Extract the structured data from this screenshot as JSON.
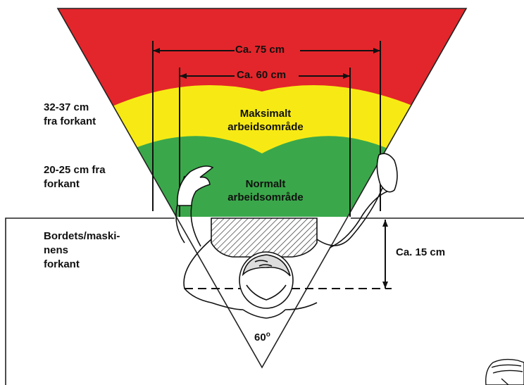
{
  "labels": {
    "max_depth": [
      "32-37 cm",
      "fra forkant"
    ],
    "normal_depth": [
      "20-25 cm fra",
      "forkant"
    ],
    "table_edge": [
      "Bordets/maski-",
      "nens",
      "forkant"
    ]
  },
  "dimensions": {
    "wide": "Ca. 75 cm",
    "narrow": "Ca. 60 cm",
    "offset": "Ca. 15 cm"
  },
  "zones": {
    "max": [
      "Maksimalt",
      "arbeidsområde"
    ],
    "normal": [
      "Normalt",
      "arbeidsområde"
    ]
  },
  "angle": "60",
  "angle_unit": "o",
  "colors": {
    "red_zone": "#e3262b",
    "yellow_zone": "#f7ea14",
    "green_zone": "#3aa84a",
    "line": "#111111"
  }
}
